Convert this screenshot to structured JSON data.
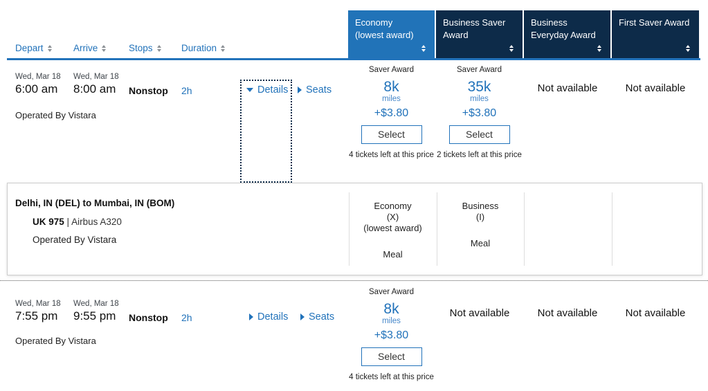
{
  "colors": {
    "accent_blue": "#2172ba",
    "selected_column_blue": "#2173b8",
    "header_navy": "#0d2b49"
  },
  "sort_header": {
    "columns": [
      {
        "label": "Depart"
      },
      {
        "label": "Arrive"
      },
      {
        "label": "Stops"
      },
      {
        "label": "Duration"
      }
    ]
  },
  "fare_header": {
    "columns": [
      {
        "id": "economy-lowest-award",
        "lines": [
          "Economy",
          "(lowest award)"
        ],
        "selected": true
      },
      {
        "id": "business-saver-award",
        "lines": [
          "Business Saver",
          "Award"
        ],
        "selected": false
      },
      {
        "id": "business-everyday-award",
        "lines": [
          "Business",
          "Everyday Award"
        ],
        "selected": false
      },
      {
        "id": "first-saver-award",
        "lines": [
          "First Saver Award"
        ],
        "selected": false
      }
    ]
  },
  "rows": [
    {
      "depart": {
        "date": "Wed, Mar 18",
        "time": "6:00 am"
      },
      "arrive": {
        "date": "Wed, Mar 18",
        "time": "8:00 am"
      },
      "stops": "Nonstop",
      "duration": "2h",
      "details_label": "Details",
      "seats_label": "Seats",
      "operated_by": "Operated By Vistara",
      "fares": [
        {
          "award_type": "Saver Award",
          "miles": "8k",
          "miles_unit": "miles",
          "fees": "+$3.80",
          "select_label": "Select",
          "tickets_left": "4 tickets left at this price"
        },
        {
          "award_type": "Saver Award",
          "miles": "35k",
          "miles_unit": "miles",
          "fees": "+$3.80",
          "select_label": "Select",
          "tickets_left": "2 tickets left at this price"
        },
        {
          "unavailable": "Not available"
        },
        {
          "unavailable": "Not available"
        }
      ]
    },
    {
      "depart": {
        "date": "Wed, Mar 18",
        "time": "7:55 pm"
      },
      "arrive": {
        "date": "Wed, Mar 18",
        "time": "9:55 pm"
      },
      "stops": "Nonstop",
      "duration": "2h",
      "details_label": "Details",
      "seats_label": "Seats",
      "operated_by": "Operated By Vistara",
      "fares": [
        {
          "award_type": "Saver Award",
          "miles": "8k",
          "miles_unit": "miles",
          "fees": "+$3.80",
          "select_label": "Select",
          "tickets_left": "4 tickets left at this price"
        },
        {
          "unavailable": "Not available"
        },
        {
          "unavailable": "Not available"
        },
        {
          "unavailable": "Not available"
        }
      ]
    }
  ],
  "details_panel": {
    "route": "Delhi, IN (DEL) to Mumbai, IN (BOM)",
    "flight_number": "UK 975",
    "separator": "|",
    "aircraft": "Airbus A320",
    "operated_by": "Operated By Vistara",
    "cabins": [
      {
        "lines": [
          "Economy",
          "(X)",
          "(lowest award)"
        ],
        "meal": "Meal"
      },
      {
        "lines": [
          "Business",
          "(I)"
        ],
        "meal": "Meal"
      }
    ]
  }
}
